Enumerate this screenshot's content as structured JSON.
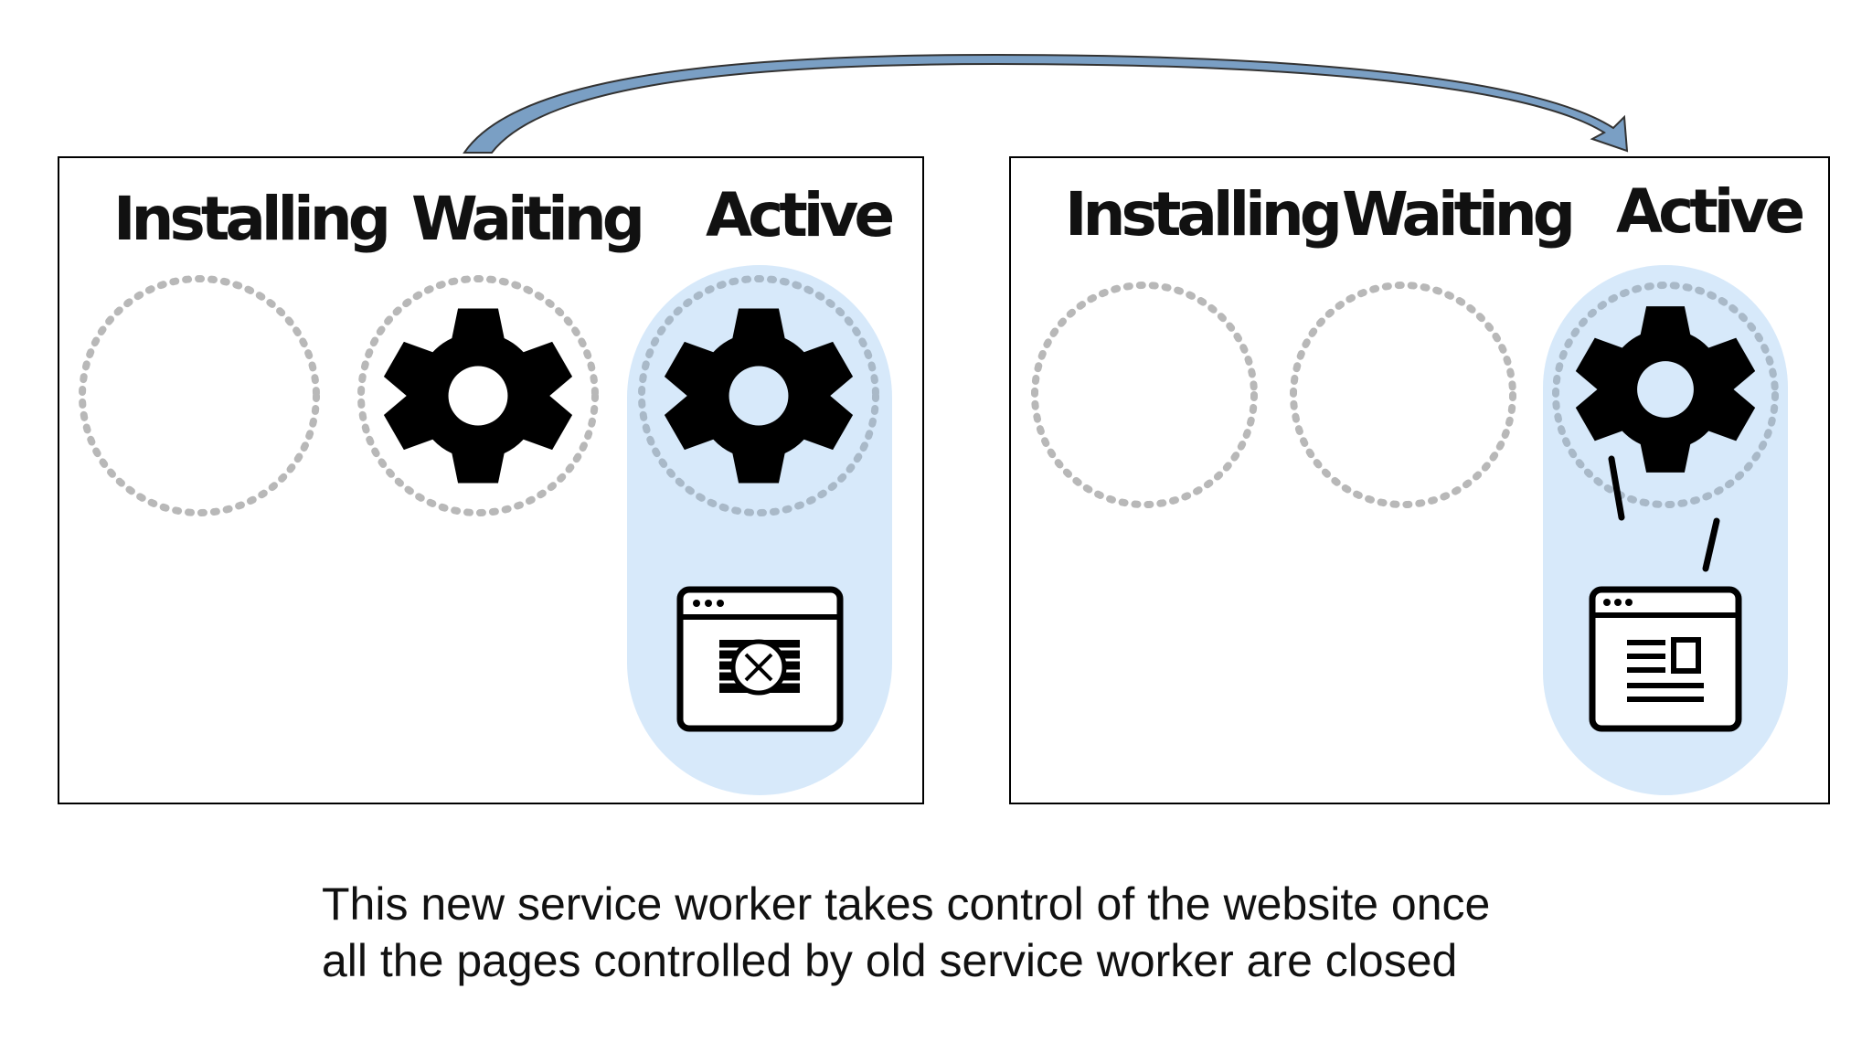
{
  "panels": [
    {
      "stages": [
        "Installing",
        "Waiting",
        "Active"
      ]
    },
    {
      "stages": [
        "Installing",
        "Waiting",
        "Active"
      ]
    }
  ],
  "caption": {
    "line1": "This new service worker takes control of the website once",
    "line2": "all the pages controlled by old service worker are closed"
  },
  "colors": {
    "active_highlight": "#d7e9fa",
    "dotted_ring": "#b8b8b8",
    "arrow_fill": "#7a9fc4",
    "gear": "#000000"
  },
  "icons": [
    "gear-icon",
    "browser-window-error-icon",
    "browser-window-page-icon",
    "curved-arrow"
  ]
}
